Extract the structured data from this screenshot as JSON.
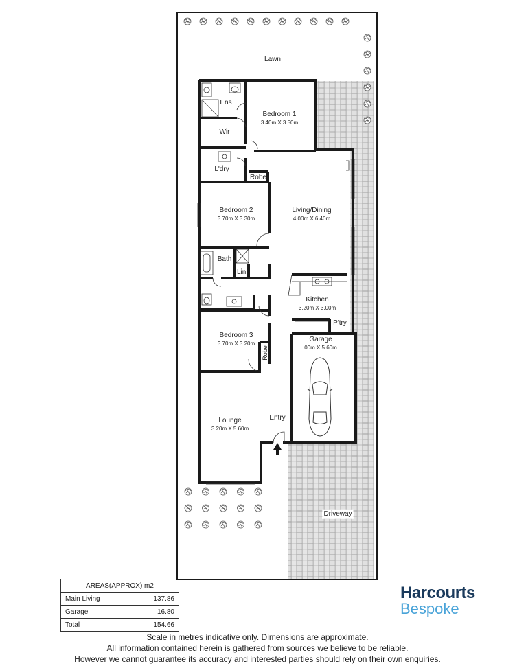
{
  "plan_labels": {
    "lawn": "Lawn",
    "ens": "Ens",
    "wir": "Wir",
    "bedroom1": "Bedroom 1",
    "bedroom1_dim": "3.40m X 3.50m",
    "laundry": "L'dry",
    "robe_top": "Robe",
    "bedroom2": "Bedroom 2",
    "bedroom2_dim": "3.70m X 3.30m",
    "living": "Living/Dining",
    "living_dim": "4.00m X 6.40m",
    "bath": "Bath",
    "linen": "Lin.",
    "kitchen": "Kitchen",
    "kitchen_dim": "3.20m X 3.00m",
    "pantry": "P'try",
    "garage": "Garage",
    "garage_dim": "00m X 5.60m",
    "bedroom3": "Bedroom 3",
    "bedroom3_dim": "3.70m X 3.20m",
    "robe_side": "Robe",
    "lounge": "Lounge",
    "lounge_dim": "3.20m X 5.60m",
    "entry": "Entry",
    "driveway": "Driveway"
  },
  "areas": {
    "header": "AREAS(APPROX) m2",
    "rows": [
      {
        "name": "Main Living",
        "value": "137.86"
      },
      {
        "name": "Garage",
        "value": "16.80"
      },
      {
        "name": "Total",
        "value": "154.66"
      }
    ]
  },
  "brand": {
    "line1": "Harcourts",
    "line2": "Bespoke"
  },
  "disclaimer": {
    "line1": "Scale in metres indicative only. Dimensions are approximate.",
    "line2": "All information contained herein is gathered from sources we believe to be reliable.",
    "line3": "However we cannot guarantee its accuracy and interested parties should rely on their own enquiries."
  },
  "colors": {
    "wall": "#1a1a1a",
    "paving": "#9a9a9a",
    "brand_dark": "#1a3a5c",
    "brand_light": "#49a3d8"
  },
  "icons": [
    "shrub-icon",
    "car-icon",
    "entry-arrow-icon"
  ]
}
